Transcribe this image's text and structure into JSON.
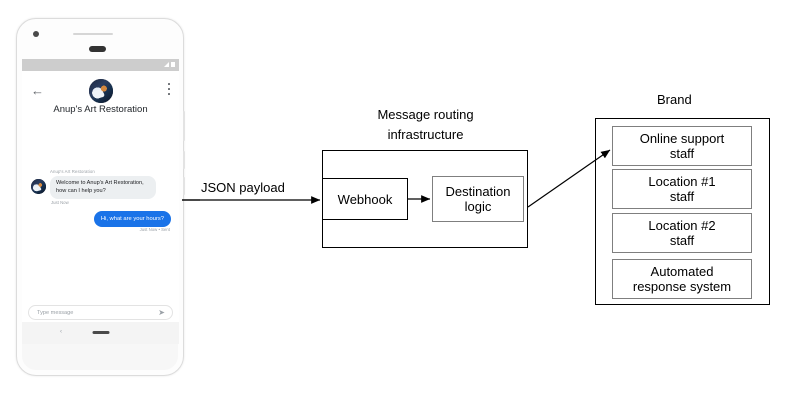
{
  "phone": {
    "status_bar": {
      "signal_icon": "signal-icon",
      "battery_icon": "battery-icon"
    },
    "header": {
      "back_icon": "back-arrow-icon",
      "menu_icon": "kebab-menu-icon",
      "avatar_icon": "brand-avatar",
      "title": "Anup's Art Restoration"
    },
    "chat": {
      "incoming": {
        "sender": "Anup's Art Restoration",
        "text": "Welcome to Anup's Art Restoration, how can I help you?",
        "timestamp": "Just Now",
        "avatar_icon": "sender-avatar"
      },
      "outgoing": {
        "text": "Hi, what are your hours?",
        "timestamp": "Just Now • Sent"
      }
    },
    "composer": {
      "placeholder": "Type message",
      "send_icon": "send-icon"
    },
    "navbar": {
      "back_icon": "nav-back-icon",
      "home_pill_icon": "nav-home-pill-icon"
    }
  },
  "diagram": {
    "payload_label": "JSON payload",
    "infrastructure": {
      "title_line1": "Message routing",
      "title_line2": "infrastructure",
      "nodes": [
        {
          "label": "Webhook"
        },
        {
          "label": "Destination\nlogic",
          "line1": "Destination",
          "line2": "logic"
        }
      ]
    },
    "brand": {
      "title": "Brand",
      "items": [
        {
          "line1": "Online support",
          "line2": "staff"
        },
        {
          "line1": "Location #1",
          "line2": "staff"
        },
        {
          "line1": "Location #2",
          "line2": "staff"
        },
        {
          "line1": "Automated",
          "line2": "response system"
        }
      ]
    }
  },
  "colors": {
    "accent_blue": "#1a73e8",
    "bubble_gray": "#eceff1",
    "stroke_black": "#000000",
    "stroke_gray": "#7f7f7f",
    "status_bar": "#cdcdcd"
  }
}
